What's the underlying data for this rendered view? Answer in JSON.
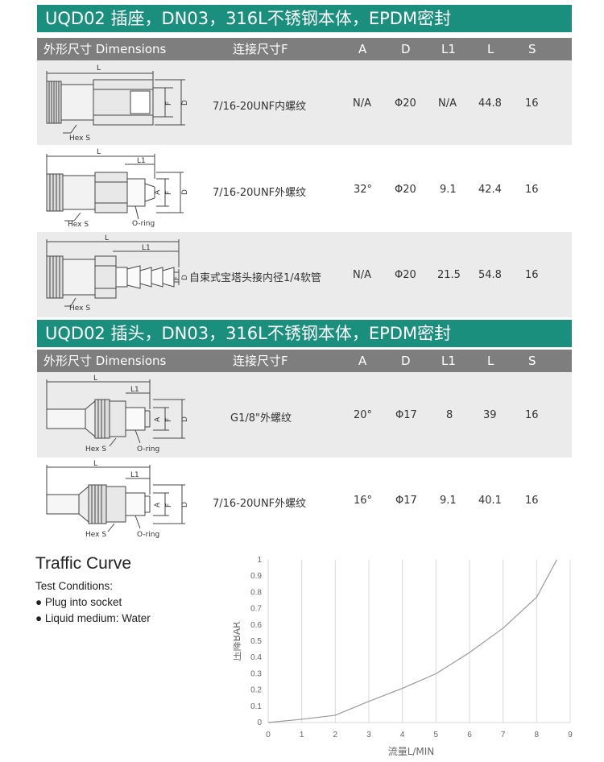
{
  "sections": [
    {
      "title": "UQD02 插座，DN03，316L不锈钢本体，EPDM密封",
      "headers": [
        "外形尺寸 Dimensions",
        "连接尺寸F",
        "A",
        "D",
        "L1",
        "L",
        "S"
      ],
      "rows": [
        {
          "F": "7/16-20UNF内螺纹",
          "A": "N/A",
          "D": "Φ20",
          "L1": "N/A",
          "L": "44.8",
          "S": "16"
        },
        {
          "F": "7/16-20UNF外螺纹",
          "A": "32°",
          "D": "Φ20",
          "L1": "9.1",
          "L": "42.4",
          "S": "16"
        },
        {
          "F": "自束式宝塔头接内径1/4软管",
          "A": "N/A",
          "D": "Φ20",
          "L1": "21.5",
          "L": "54.8",
          "S": "16"
        }
      ]
    },
    {
      "title": "UQD02 插头，DN03，316L不锈钢本体，EPDM密封",
      "headers": [
        "外形尺寸 Dimensions",
        "连接尺寸F",
        "A",
        "D",
        "L1",
        "L",
        "S"
      ],
      "rows": [
        {
          "F": "G1/8\"外螺纹",
          "A": "20°",
          "D": "Φ17",
          "L1": "8",
          "L": "39",
          "S": "16"
        },
        {
          "F": "7/16-20UNF外螺纹",
          "A": "16°",
          "D": "Φ17",
          "L1": "9.1",
          "L": "40.1",
          "S": "16"
        }
      ]
    }
  ],
  "drawing_labels": {
    "L": "L",
    "L1": "L1",
    "A": "A",
    "F": "F",
    "D": "D",
    "hex": "Hex S",
    "oring": "O-ring"
  },
  "traffic": {
    "title": "Traffic Curve",
    "conditions_label": "Test Conditions:",
    "bullets": [
      "Plug into socket",
      "Liquid medium: Water"
    ]
  },
  "chart_data": {
    "type": "line",
    "xlabel": "流量L/MIN",
    "ylabel": "压降BAR",
    "xlim": [
      0,
      9
    ],
    "ylim": [
      0,
      1
    ],
    "xticks": [
      "0",
      "1",
      "2",
      "3",
      "4",
      "5",
      "6",
      "7",
      "8",
      "9"
    ],
    "yticks": [
      "0",
      "0.1",
      "0.2",
      "0.3",
      "0.4",
      "0.5",
      "0.6",
      "0.7",
      "0.8",
      "0.9",
      "1"
    ],
    "grid": "vertical",
    "series": [
      {
        "x": [
          0,
          1,
          2,
          3,
          4,
          5,
          6,
          7,
          8,
          8.6
        ],
        "y": [
          0,
          0.02,
          0.045,
          0.13,
          0.21,
          0.3,
          0.43,
          0.58,
          0.77,
          1.0
        ]
      }
    ],
    "colors": {
      "line": "#9a9a9a",
      "grid": "#d9d9d9"
    }
  },
  "colors": {
    "accent": "#1b8f7e",
    "header": "#7e7e7e",
    "rowgray": "#ebebeb"
  }
}
